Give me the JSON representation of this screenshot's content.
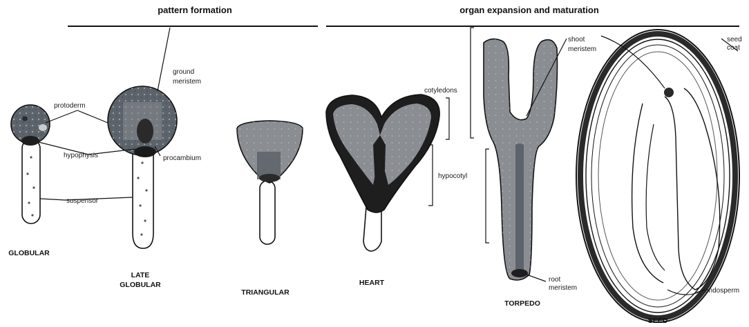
{
  "headings": {
    "pattern": "pattern formation",
    "organ": "organ expansion and maturation"
  },
  "stages": {
    "globular": "GLOBULAR",
    "late_1": "LATE",
    "late_2": "GLOBULAR",
    "triangular": "TRIANGULAR",
    "heart": "HEART",
    "torpedo": "TORPEDO",
    "seed": "SEED"
  },
  "labels": {
    "protoderm": "protoderm",
    "ground_1": "ground",
    "ground_2": "meristem",
    "hypophysis": "hypophysis",
    "procambium": "procambium",
    "suspensor": "suspensor",
    "cotyledons": "cotyledons",
    "hypocotyl": "hypocotyl",
    "shoot_1": "shoot",
    "shoot_2": "meristem",
    "root_1": "root",
    "root_2": "meristem",
    "seedcoat_1": "seed",
    "seedcoat_2": "coat",
    "endosperm": "endosperm"
  },
  "colors": {
    "ink": "#111111",
    "outer_tissue": "#555b63",
    "mid_tissue": "#8a8e93",
    "inner_tissue": "#c7c9cc",
    "dark_core": "#1e1e1e"
  }
}
